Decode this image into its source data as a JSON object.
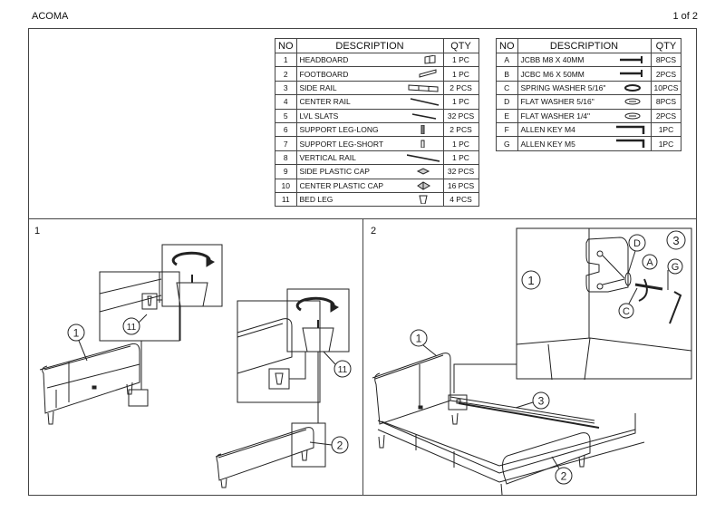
{
  "header": {
    "title": "ACOMA",
    "page": "1 of 2"
  },
  "parts_table": {
    "columns": [
      "NO",
      "DESCRIPTION",
      "QTY"
    ],
    "rows": [
      {
        "no": "1",
        "desc": "HEADBOARD",
        "qty": "1 PC",
        "icon": "headboard-icon"
      },
      {
        "no": "2",
        "desc": "FOOTBOARD",
        "qty": "1 PC",
        "icon": "footboard-icon"
      },
      {
        "no": "3",
        "desc": "SIDE RAIL",
        "qty": "2 PCS",
        "icon": "side-rail-icon"
      },
      {
        "no": "4",
        "desc": "CENTER RAIL",
        "qty": "1 PC",
        "icon": "center-rail-icon"
      },
      {
        "no": "5",
        "desc": "LVL SLATS",
        "qty": "32 PCS",
        "icon": "slat-icon"
      },
      {
        "no": "6",
        "desc": "SUPPORT LEG-LONG",
        "qty": "2 PCS",
        "icon": "long-leg-icon"
      },
      {
        "no": "7",
        "desc": "SUPPORT LEG-SHORT",
        "qty": "1 PC",
        "icon": "short-leg-icon"
      },
      {
        "no": "8",
        "desc": "VERTICAL RAIL",
        "qty": "1 PC",
        "icon": "vertical-rail-icon"
      },
      {
        "no": "9",
        "desc": "SIDE PLASTIC CAP",
        "qty": "32 PCS",
        "icon": "side-cap-icon"
      },
      {
        "no": "10",
        "desc": "CENTER PLASTIC CAP",
        "qty": "16 PCS",
        "icon": "center-cap-icon"
      },
      {
        "no": "11",
        "desc": "BED LEG",
        "qty": "4 PCS",
        "icon": "bed-leg-icon"
      }
    ]
  },
  "hardware_table": {
    "columns": [
      "NO",
      "DESCRIPTION",
      "QTY"
    ],
    "rows": [
      {
        "no": "A",
        "desc": "JCBB M8 X 40MM",
        "qty": "8PCS",
        "icon": "bolt-icon"
      },
      {
        "no": "B",
        "desc": "JCBC M6 X 50MM",
        "qty": "2PCS",
        "icon": "bolt-icon"
      },
      {
        "no": "C",
        "desc": "SPRING WASHER 5/16\"",
        "qty": "10PCS",
        "icon": "spring-washer-icon"
      },
      {
        "no": "D",
        "desc": "FLAT WASHER 5/16\"",
        "qty": "8PCS",
        "icon": "flat-washer-icon"
      },
      {
        "no": "E",
        "desc": "FLAT WASHER 1/4\"",
        "qty": "2PCS",
        "icon": "flat-washer-icon"
      },
      {
        "no": "F",
        "desc": "ALLEN KEY M4",
        "qty": "1PC",
        "icon": "allen-key-icon"
      },
      {
        "no": "G",
        "desc": "ALLEN KEY M5",
        "qty": "1PC",
        "icon": "allen-key-icon"
      }
    ]
  },
  "steps": [
    {
      "label": "1",
      "callouts": [
        "1",
        "11",
        "11",
        "2"
      ]
    },
    {
      "label": "2",
      "callouts": [
        "1",
        "3",
        "D",
        "A",
        "G",
        "C",
        "1",
        "3",
        "2"
      ]
    }
  ]
}
